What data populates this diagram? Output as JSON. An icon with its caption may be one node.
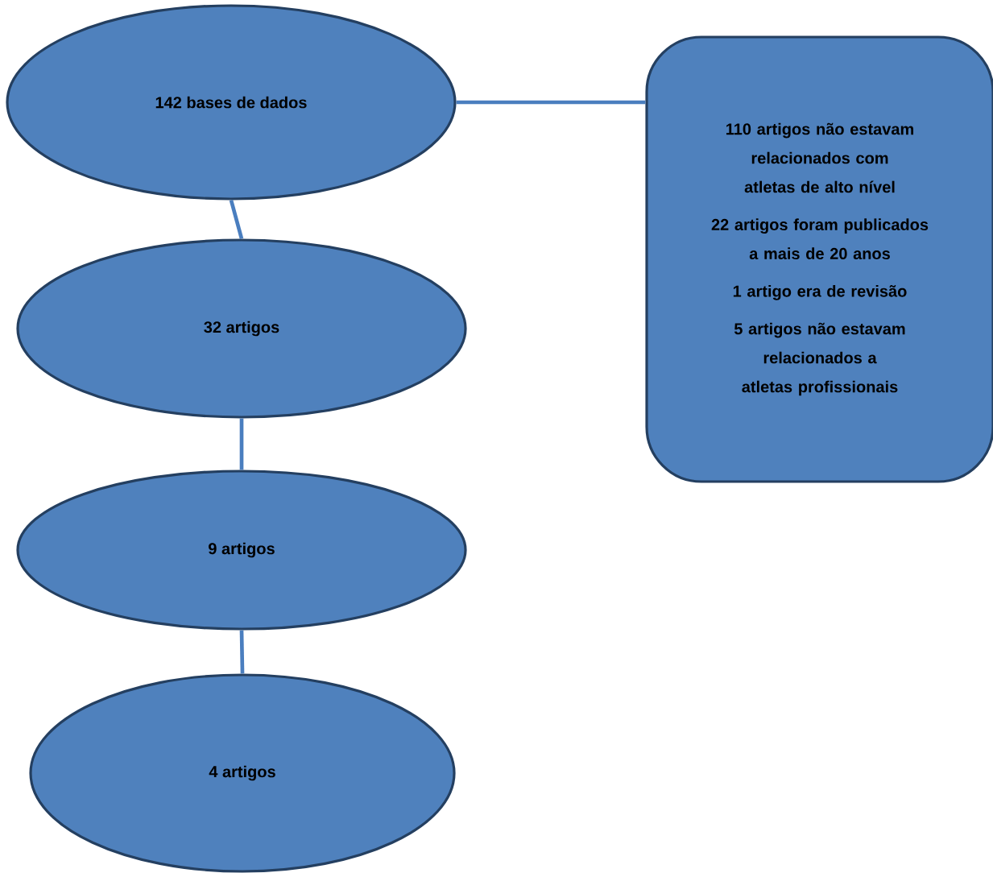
{
  "diagram": {
    "nodes": [
      {
        "text": [
          "142 bases de dados"
        ]
      },
      {
        "text": [
          "32 artigos"
        ]
      },
      {
        "text": [
          "9 artigos"
        ]
      },
      {
        "text": [
          "4 artigos"
        ]
      },
      {
        "text": [
          "110 artigos não estavam relacionados com atletas de alto nível",
          "22 artigos foram publicados a mais de 20 anos",
          "1 artigo era de revisão",
          "5 artigos não estavam relacionados a atletas profissionais"
        ]
      }
    ],
    "edges": [
      {
        "from": 0,
        "to": 4,
        "arrow": "none"
      },
      {
        "from": 0,
        "to": 1,
        "arrow": "none"
      },
      {
        "from": 1,
        "to": 2,
        "arrow": "none"
      },
      {
        "from": 2,
        "to": 3,
        "arrow": "none"
      }
    ]
  }
}
